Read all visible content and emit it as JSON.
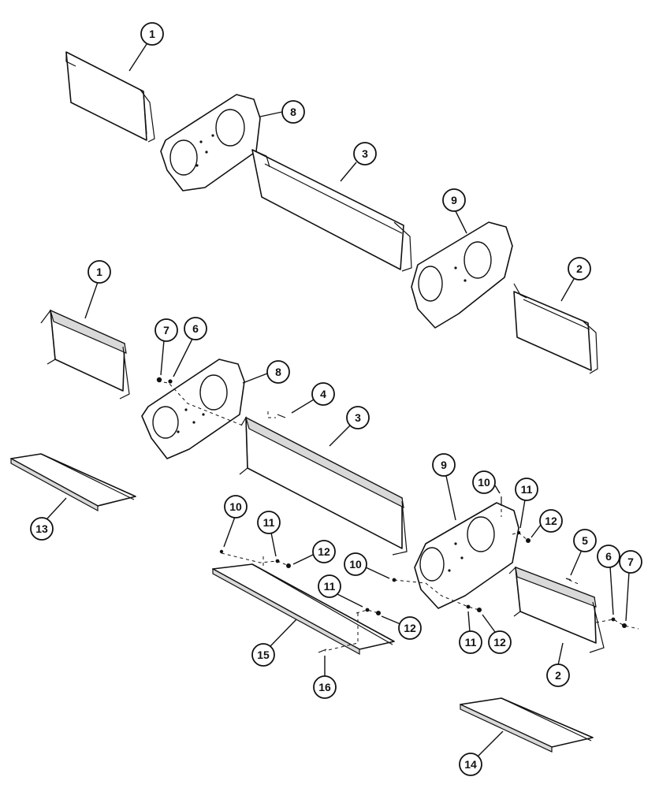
{
  "callouts": {
    "c1a": "1",
    "c8a": "8",
    "c3a": "3",
    "c9a": "9",
    "c1b": "1",
    "c2a": "2",
    "c7a": "7",
    "c6a": "6",
    "c8b": "8",
    "c4a": "4",
    "c3b": "3",
    "c13": "13",
    "c10a": "10",
    "c11a": "11",
    "c12a": "12",
    "c9b": "9",
    "c10b": "10",
    "c11b": "11",
    "c12b": "12",
    "c10c": "10",
    "c11c": "11",
    "c12c": "12",
    "c15": "15",
    "c16": "16",
    "c11d": "11",
    "c12d": "12",
    "c5": "5",
    "c6b": "6",
    "c7b": "7",
    "c2b": "2",
    "c14": "14"
  },
  "colors": {
    "line": "#111111",
    "background": "#ffffff",
    "shade": "#d9d9d9"
  }
}
